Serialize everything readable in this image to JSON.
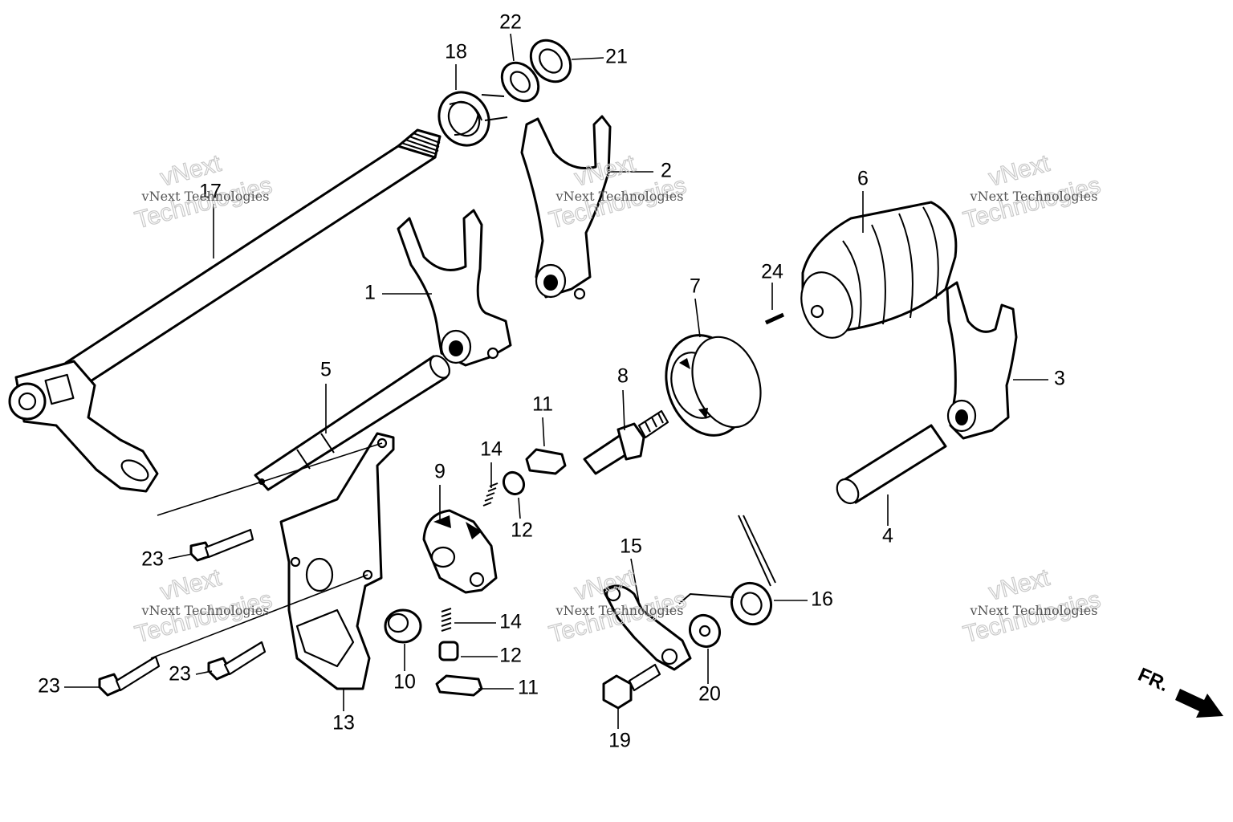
{
  "callouts": [
    {
      "id": "c1",
      "text": "1"
    },
    {
      "id": "c2",
      "text": "2"
    },
    {
      "id": "c3",
      "text": "3"
    },
    {
      "id": "c4",
      "text": "4"
    },
    {
      "id": "c5",
      "text": "5"
    },
    {
      "id": "c6",
      "text": "6"
    },
    {
      "id": "c7",
      "text": "7"
    },
    {
      "id": "c8",
      "text": "8"
    },
    {
      "id": "c9",
      "text": "9"
    },
    {
      "id": "c10",
      "text": "10"
    },
    {
      "id": "c11a",
      "text": "11"
    },
    {
      "id": "c11b",
      "text": "11"
    },
    {
      "id": "c12a",
      "text": "12"
    },
    {
      "id": "c12b",
      "text": "12"
    },
    {
      "id": "c13",
      "text": "13"
    },
    {
      "id": "c14a",
      "text": "14"
    },
    {
      "id": "c14b",
      "text": "14"
    },
    {
      "id": "c15",
      "text": "15"
    },
    {
      "id": "c16",
      "text": "16"
    },
    {
      "id": "c17",
      "text": "17"
    },
    {
      "id": "c18",
      "text": "18"
    },
    {
      "id": "c19",
      "text": "19"
    },
    {
      "id": "c20",
      "text": "20"
    },
    {
      "id": "c21",
      "text": "21"
    },
    {
      "id": "c22",
      "text": "22"
    },
    {
      "id": "c23a",
      "text": "23"
    },
    {
      "id": "c23b",
      "text": "23"
    },
    {
      "id": "c23c",
      "text": "23"
    },
    {
      "id": "c24",
      "text": "24"
    }
  ],
  "watermark": {
    "small_text": "vNext Technologies",
    "big_line1": "vNext",
    "big_line2": "Technologies"
  },
  "direction_marker": {
    "label": "FR."
  },
  "colors": {
    "ink": "#000000",
    "paper": "#ffffff",
    "watermark": "#c9c9c9"
  }
}
